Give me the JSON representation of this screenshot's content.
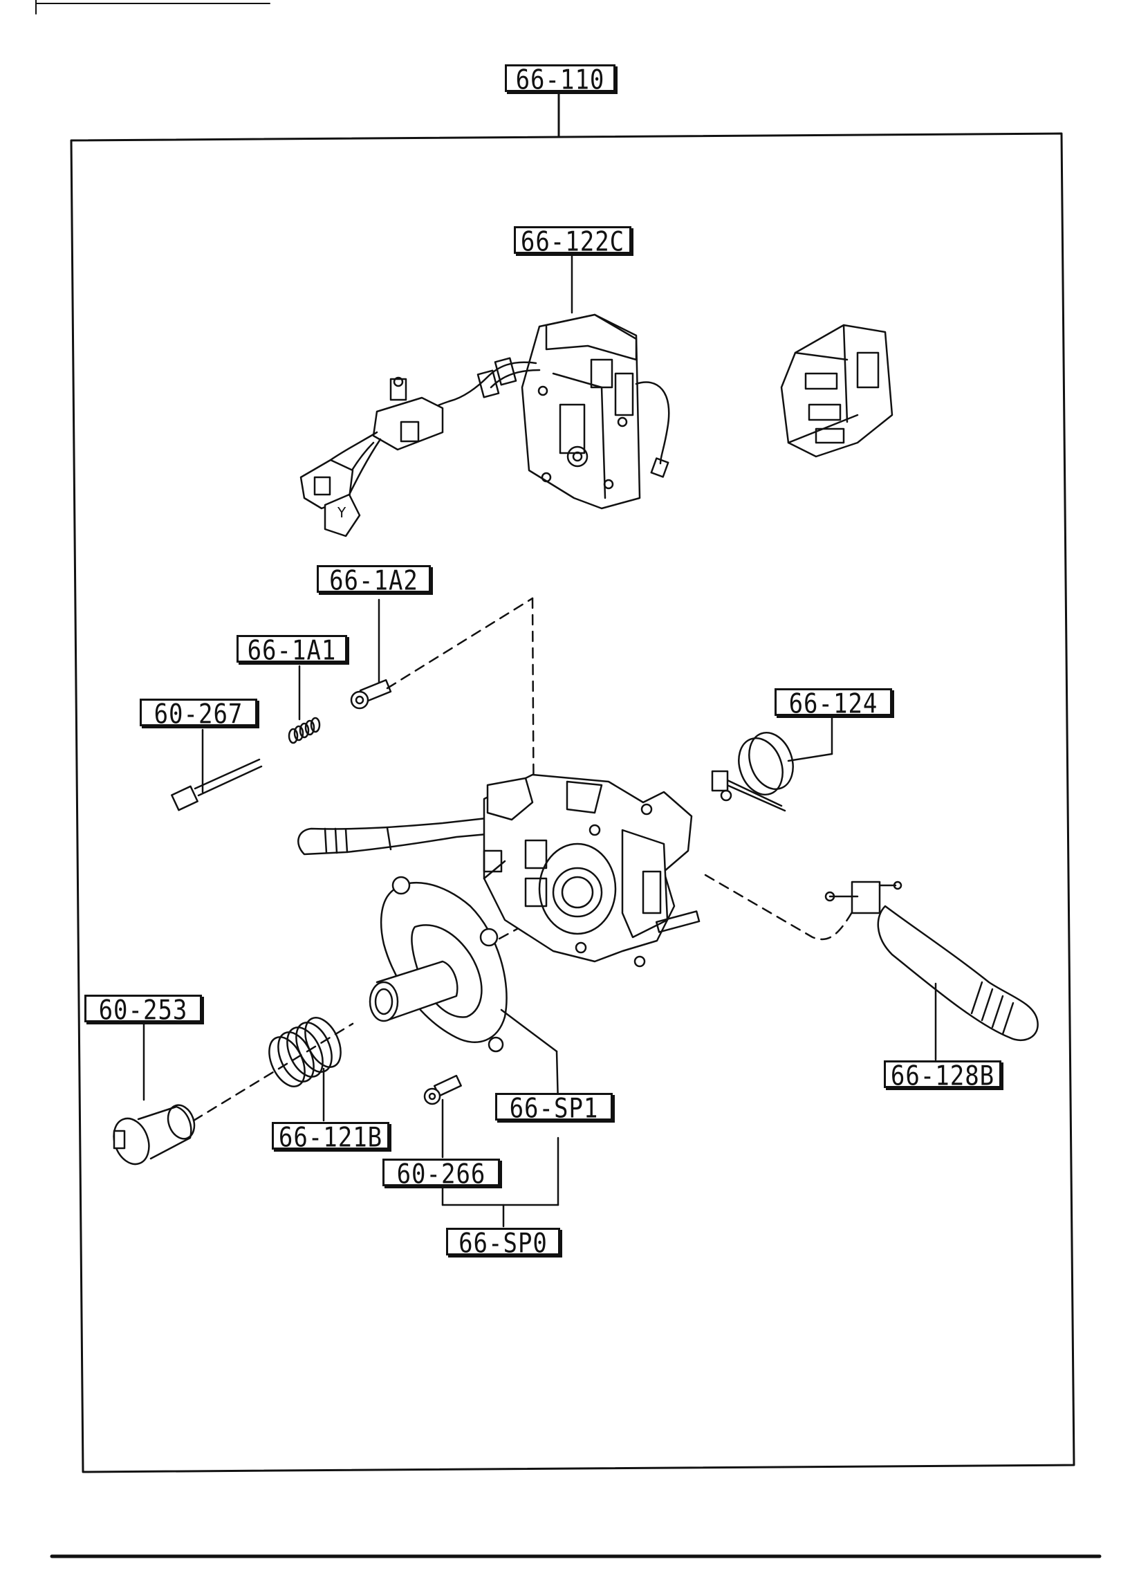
{
  "diagram": {
    "labels": {
      "assembly": "66-110",
      "switch_housing": "66-122C",
      "screw_upper": "66-1A2",
      "spring": "66-1A1",
      "pin": "60-267",
      "clamp": "66-124",
      "lock_cylinder": "60-253",
      "coil_spring": "66-121B",
      "contact_plate": "66-SP1",
      "wiper_lever": "66-128B",
      "screw_lower": "60-266",
      "set": "66-SP0"
    }
  }
}
